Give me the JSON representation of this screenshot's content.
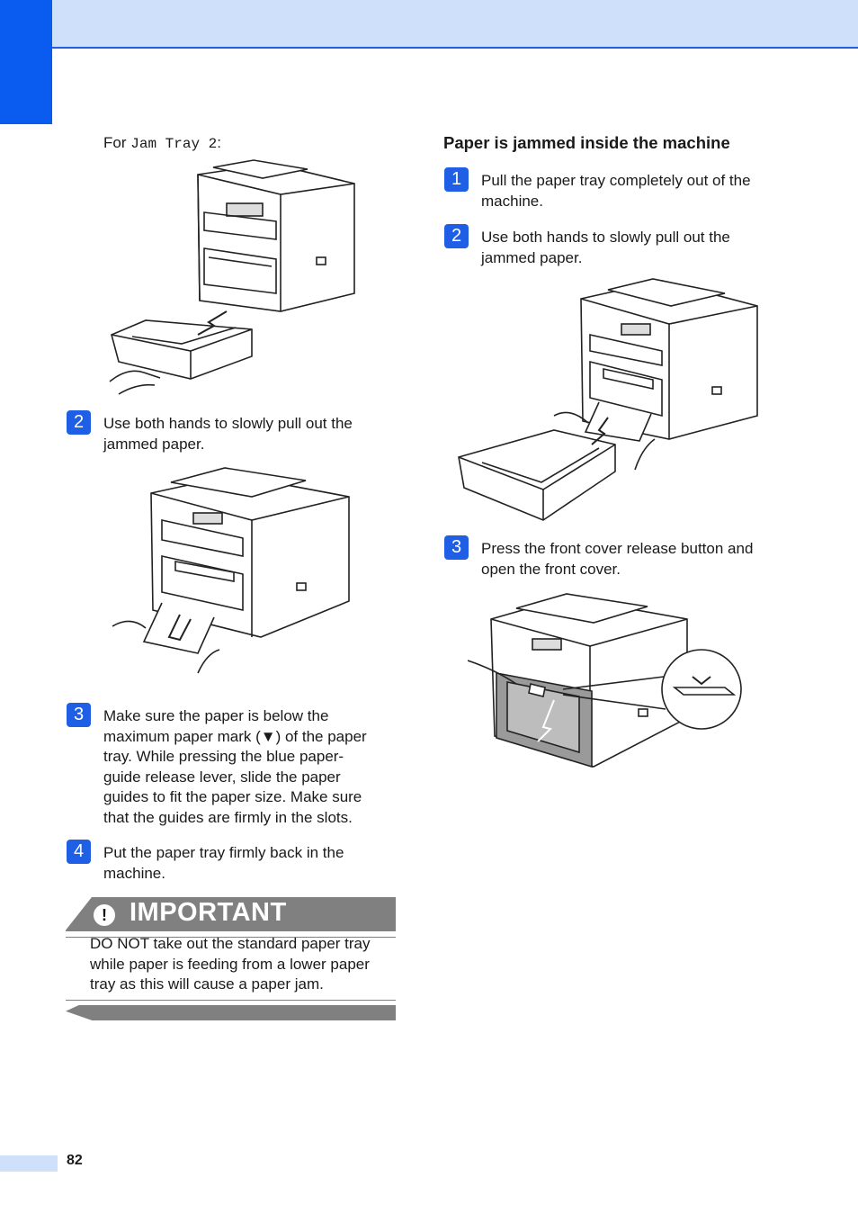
{
  "page": {
    "number": "82"
  },
  "left_column": {
    "intro_prefix": "For",
    "intro_code": "Jam Tray 2",
    "intro_suffix": ":",
    "steps": [
      {
        "badge": "2",
        "lines": [
          "Use both hands to slowly pull out the",
          "jammed paper."
        ]
      },
      {
        "badge": "3",
        "lines": [
          "Make sure the paper is below the",
          "maximum paper mark (▼) of the paper",
          "tray. While pressing the blue paper-",
          "guide release lever, slide the paper",
          "guides to fit the paper size. Make sure",
          "that the guides are firmly in the slots."
        ]
      },
      {
        "badge": "4",
        "lines": [
          "Put the paper tray firmly back in the",
          "machine."
        ]
      }
    ],
    "important": {
      "icon": "!",
      "title": "IMPORTANT",
      "lines": [
        "DO NOT take out the standard paper tray",
        "while paper is feeding from a lower paper",
        "tray as this will cause a paper jam."
      ]
    }
  },
  "right_column": {
    "heading": "Paper is jammed inside the machine",
    "steps": [
      {
        "badge": "1",
        "lines": [
          "Pull the paper tray completely out of the",
          "machine."
        ]
      },
      {
        "badge": "2",
        "lines": [
          "Use both hands to slowly pull out the",
          "jammed paper."
        ]
      },
      {
        "badge": "3",
        "lines": [
          "Press the front cover release button and",
          "open the front cover."
        ]
      }
    ]
  },
  "colors": {
    "accent_blue": "#1f5fe6",
    "header_band": "#cfe0fb",
    "side_tab": "#0a5cf0",
    "important_gray": "#808080"
  },
  "icons": [
    "printer-illustration",
    "arrow-icon",
    "exclamation-icon"
  ]
}
